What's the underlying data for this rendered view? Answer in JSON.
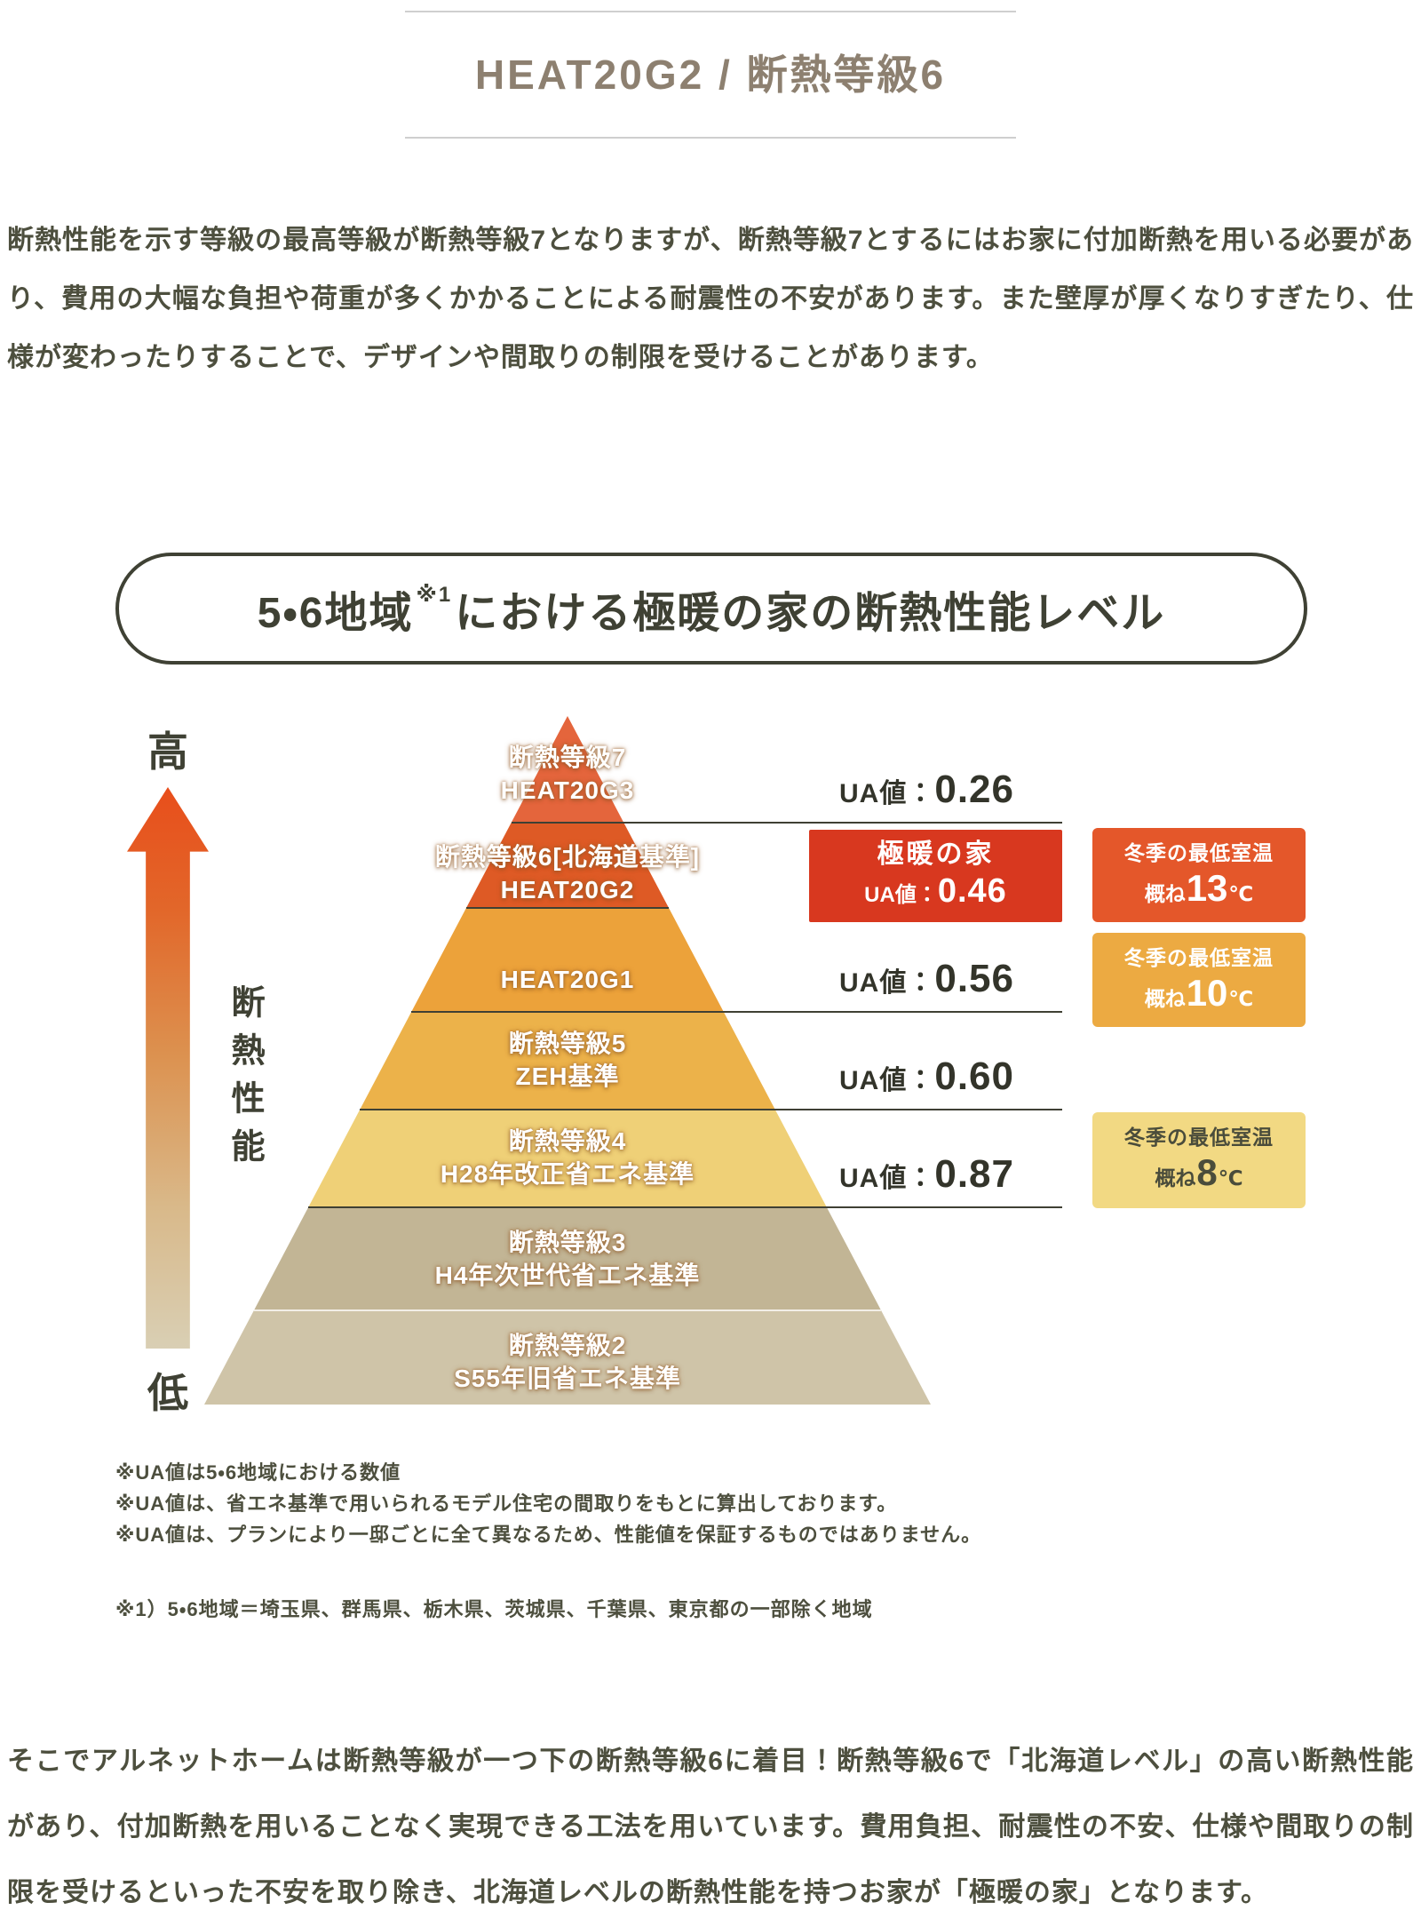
{
  "header": {
    "title": "HEAT20G2 / 断熱等級6"
  },
  "intro_paragraph": "断熱性能を示す等級の最高等級が断熱等級7となりますが、断熱等級7とするにはお家に付加断熱を用いる必要があり、費用の大幅な負担や荷重が多くかかることによる耐震性の不安があります。また壁厚が厚くなりすぎたり、仕様が変わったりすることで、デザインや間取りの制限を受けることがあります。",
  "bubble": {
    "title_pre": "5・6地域",
    "title_sup": "※1",
    "title_post": "における極暖の家の断熱性能レベル"
  },
  "axis": {
    "high": "高",
    "low": "低",
    "label": "断熱性能"
  },
  "pyramid": {
    "levels": [
      {
        "grade": "断熱等級7",
        "standard": "HEAT20G3",
        "color": "#e4653c",
        "ua_label": "UA値：",
        "ua_value": "0.26"
      },
      {
        "grade": "断熱等級6[北海道基準]",
        "standard": "HEAT20G2",
        "color": "#de5a25"
      },
      {
        "grade": "HEAT20G1",
        "standard": "",
        "color": "#eca23a",
        "ua_label": "UA値：",
        "ua_value": "0.56"
      },
      {
        "grade": "断熱等級5",
        "standard": "ZEH基準",
        "color": "#ecb24a",
        "ua_label": "UA値：",
        "ua_value": "0.60"
      },
      {
        "grade": "断熱等級4",
        "standard": "H28年改正省エネ基準",
        "color": "#efd077",
        "ua_label": "UA値：",
        "ua_value": "0.87"
      },
      {
        "grade": "断熱等級3",
        "standard": "H4年次世代省エネ基準",
        "color": "#c2b595"
      },
      {
        "grade": "断熱等級2",
        "standard": "S55年旧省エネ基準",
        "color": "#cfc4a8"
      }
    ]
  },
  "highlight": {
    "name": "極暖の家",
    "ua_label": "UA値：",
    "ua_value": "0.46",
    "color": "#d8381f"
  },
  "temp_boxes": [
    {
      "title": "冬季の最低室温",
      "prefix": "概ね",
      "value": "13",
      "unit": "℃",
      "bg": "#e4572a",
      "fg": "#ffffff"
    },
    {
      "title": "冬季の最低室温",
      "prefix": "概ね",
      "value": "10",
      "unit": "℃",
      "bg": "#ecaa42",
      "fg": "#ffffff"
    },
    {
      "title": "冬季の最低室温",
      "prefix": "概ね",
      "value": "8",
      "unit": "℃",
      "bg": "#f2d983",
      "fg": "#4a4c3b"
    }
  ],
  "notes": [
    "※UA値は5・6地域における数値",
    "※UA値は、省エネ基準で用いられるモデル住宅の間取りをもとに算出しております。",
    "※UA値は、プランにより一邸ごとに全て異なるため、性能値を保証するものではありません。"
  ],
  "region_note": "※1）5・6地域＝埼玉県、群馬県、栃木県、茨城県、千葉県、東京都の一部除く地域",
  "outro_paragraph": "そこでアルネットホームは断熱等級が一つ下の断熱等級6に着目！断熱等級6で「北海道レベル」の高い断熱性能があり、付加断熱を用いることなく実現できる工法を用いています。費用負担、耐震性の不安、仕様や間取りの制限を受けるといった不安を取り除き、北海道レベルの断熱性能を持つお家が「極暖の家」となります。"
}
